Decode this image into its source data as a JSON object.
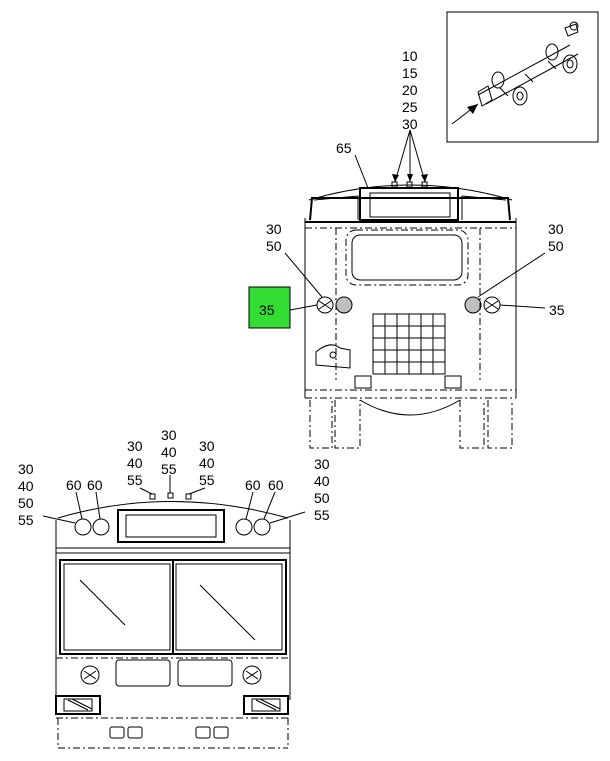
{
  "callouts": {
    "inset_stack": [
      "10",
      "15",
      "20",
      "25",
      "30"
    ],
    "rear_roof": "65",
    "rear_left_stack": [
      "30",
      "50"
    ],
    "rear_right_stack": [
      "30",
      "50"
    ],
    "rear_left_highlight": "35",
    "rear_right": "35",
    "front_far_left_stack": [
      "30",
      "40",
      "50",
      "55"
    ],
    "front_left_pair": [
      "60",
      "60"
    ],
    "front_top_a": [
      "30",
      "40",
      "55"
    ],
    "front_top_b": [
      "30",
      "40",
      "55"
    ],
    "front_top_c": [
      "30",
      "40",
      "55"
    ],
    "front_right_pair": [
      "60",
      "60"
    ],
    "front_far_right_stack": [
      "30",
      "40",
      "50",
      "55"
    ]
  },
  "colors": {
    "highlight": "#33dd33",
    "line": "#000000",
    "background": "#ffffff"
  },
  "icons": {
    "inset": "chassis-locator-icon",
    "arrow": "locator-arrow-icon"
  }
}
